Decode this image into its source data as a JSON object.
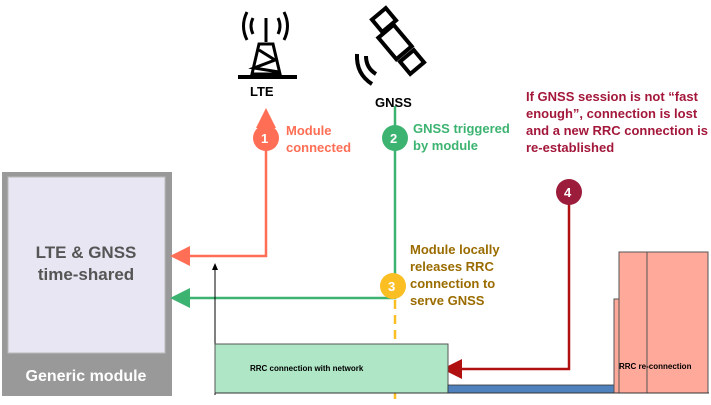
{
  "module": {
    "title": "Generic module",
    "inner_line1": "LTE & GNSS",
    "inner_line2": "time-shared"
  },
  "nodes": {
    "lte": "LTE",
    "gnss": "GNSS"
  },
  "steps": [
    {
      "number": "1",
      "lines": [
        "Module connected"
      ],
      "color": "#ff6e55"
    },
    {
      "number": "2",
      "lines": [
        "GNSS triggered",
        "by module"
      ],
      "color": "#3cb371"
    },
    {
      "number": "3",
      "lines": [
        "Module locally",
        "releases RRC",
        "connection to",
        "serve GNSS"
      ],
      "color": "#9a6c00",
      "circle_color": "#fbbf24"
    },
    {
      "number": "4",
      "lines": [
        "If GNSS session is not “fast",
        "enough”, connection is lost",
        "and a new RRC connection is",
        "re-established"
      ],
      "color": "#a3173a",
      "circle_color": "#9b1c3b"
    }
  ],
  "timeline": {
    "rrc_connection": "RRC connection with network",
    "rrc_reconnection": "RRC re-connection"
  },
  "colors": {
    "green_box": "#aee6c6",
    "blue_bar": "#4f81bd",
    "salmon": "#ffa99b",
    "module_grey": "#999999",
    "module_inner": "#e8e6f2"
  }
}
